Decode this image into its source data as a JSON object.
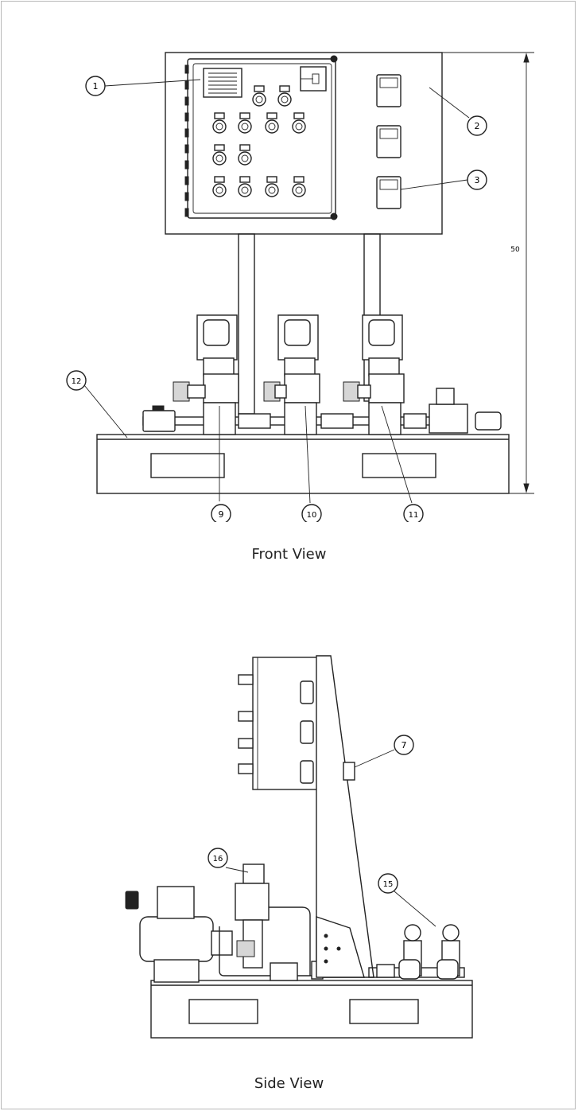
{
  "figures": [
    {
      "caption": "Front View",
      "callouts": [
        "1",
        "2",
        "3",
        "9",
        "10",
        "11",
        "12"
      ],
      "dimension": "50"
    },
    {
      "caption": "Side View",
      "callouts": [
        "7",
        "16",
        "15"
      ]
    }
  ]
}
